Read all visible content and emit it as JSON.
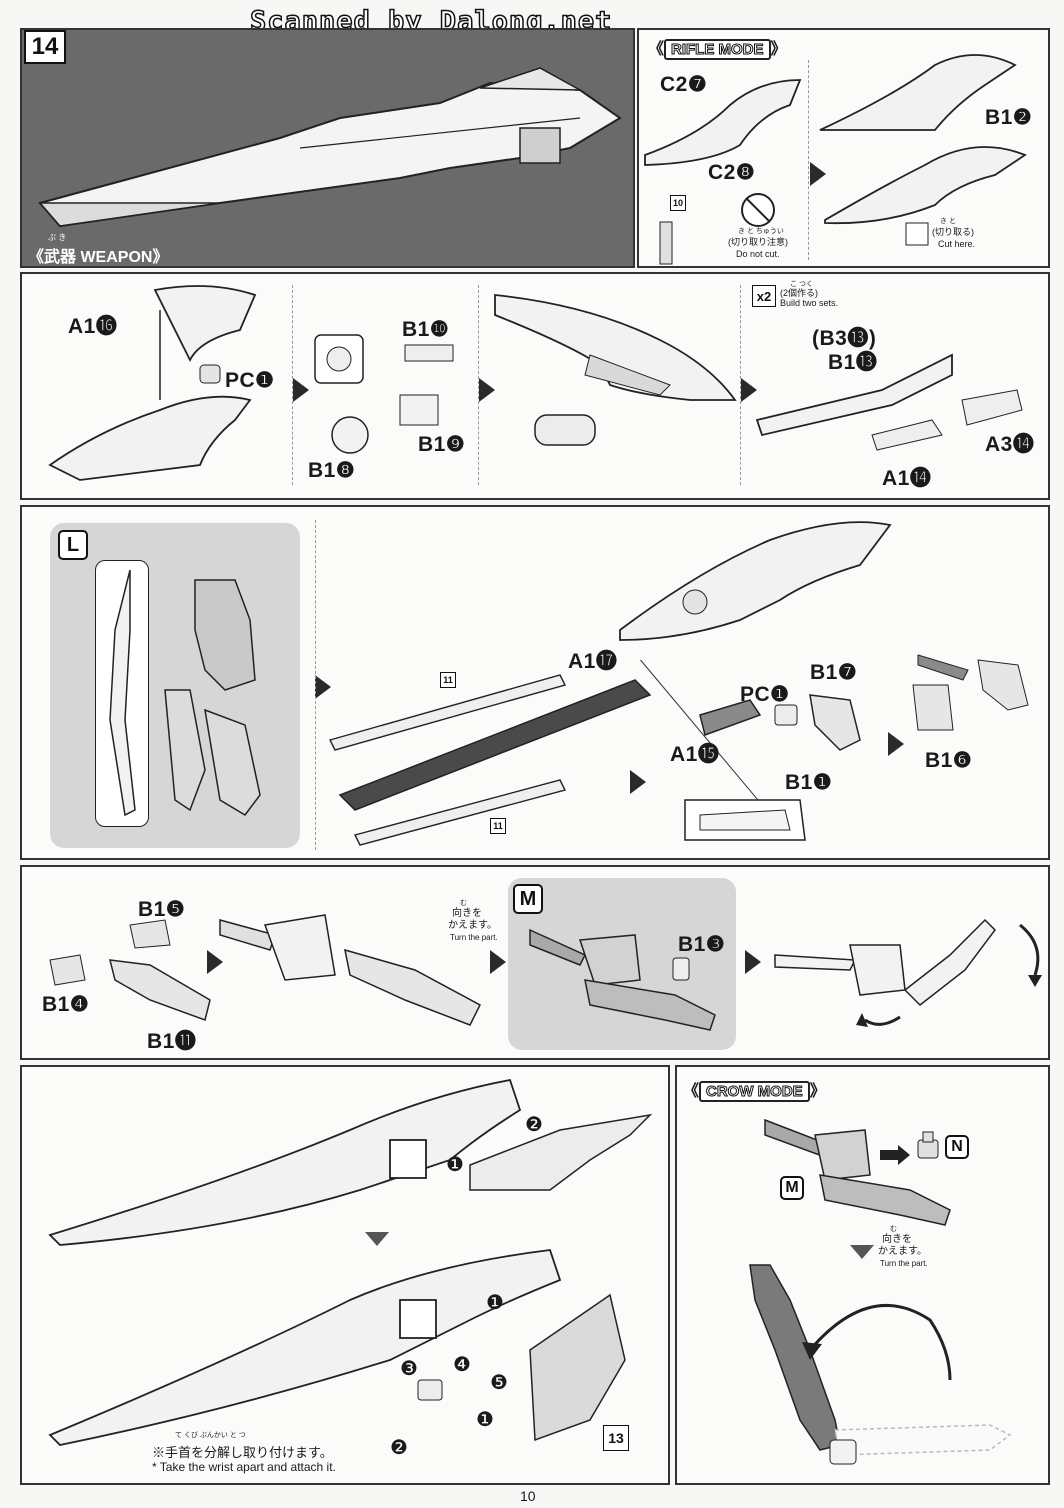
{
  "header": {
    "watermark": "Scanned by Dalong.net",
    "page_number": "10"
  },
  "step": {
    "number": "14",
    "weapon_title": "《武器 WEAPON》",
    "weapon_ruby": "ぶ き"
  },
  "rifle_mode": {
    "title_open": "《",
    "title": "RIFLE MODE",
    "title_close": "》",
    "labels": {
      "c2_7": "C2❼",
      "c2_8": "C2❽",
      "b1_2": "B1❷",
      "ref_10": "10"
    },
    "no_cut_ruby": "き と ちゅうい",
    "no_cut_jp": "(切り取り注意)",
    "no_cut_en": "Do not cut.",
    "cut_ruby": "き と",
    "cut_jp": "(切り取る)",
    "cut_en": "Cut here."
  },
  "row2": {
    "a1_16": "A1⓰",
    "pc1": "PC❶",
    "b1_10": "B1❿",
    "b1_8": "B1❽",
    "b1_9": "B1❾",
    "build_mult": "x2",
    "build_ruby": "こ つく",
    "build_jp": "(2個作る)",
    "build_en": "Build two sets.",
    "b3_13": "(B3⓭)",
    "b1_13": "B1⓭",
    "a3_14": "A3⓮",
    "a1_14": "A1⓮"
  },
  "row3": {
    "L": "L",
    "a1_17": "A1⓱",
    "b1_7": "B1❼",
    "pc1": "PC❶",
    "a1_15": "A1⓯",
    "b1_1": "B1❶",
    "b1_6": "B1❻",
    "ref_11a": "11",
    "ref_11b": "11"
  },
  "row4": {
    "b1_5": "B1❺",
    "b1_4": "B1❹",
    "b1_11": "B1⓫",
    "turn_ruby": "む",
    "turn_jp1": "向きを",
    "turn_jp2": "かえます。",
    "turn_en": "Turn the part.",
    "M": "M",
    "b1_3": "B1❸"
  },
  "row5": {
    "n1": "❶",
    "n2": "❷",
    "n3": "❸",
    "n4": "❹",
    "n5": "❺",
    "n1b": "❶",
    "n2b": "❷",
    "n1c": "❶",
    "note_ruby": "て くび ぶんかい と つ",
    "note_jp": "※手首を分解し取り付けます。",
    "note_en": "* Take the wrist apart and attach it.",
    "ref_13": "13"
  },
  "crow_mode": {
    "title_open": "《",
    "title": "CROW MODE",
    "title_close": "》",
    "N": "N",
    "M": "M",
    "turn_ruby": "む",
    "turn_jp1": "向きを",
    "turn_jp2": "かえます。",
    "turn_en": "Turn the part."
  }
}
